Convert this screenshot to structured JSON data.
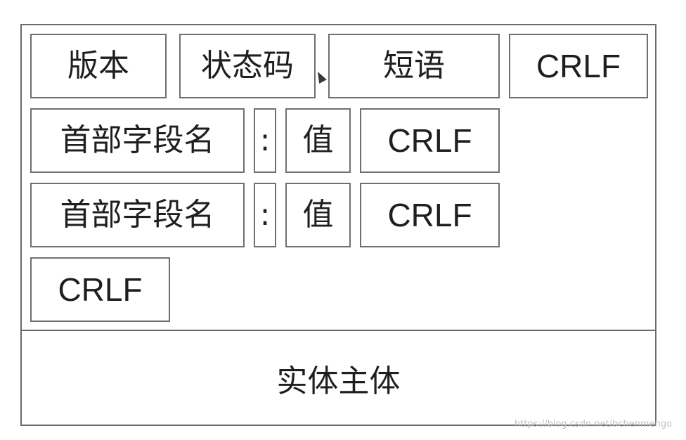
{
  "status_line": {
    "version": "版本",
    "status_code": "状态码",
    "phrase": "短语",
    "crlf": "CRLF"
  },
  "header_rows": [
    {
      "field_name": "首部字段名",
      "colon": ":",
      "value": "值",
      "crlf": "CRLF"
    },
    {
      "field_name": "首部字段名",
      "colon": ":",
      "value": "值",
      "crlf": "CRLF"
    }
  ],
  "blank_line": {
    "crlf": "CRLF"
  },
  "entity_body": "实体主体",
  "watermark": "https://blog.csdn.net/bchenmengo"
}
